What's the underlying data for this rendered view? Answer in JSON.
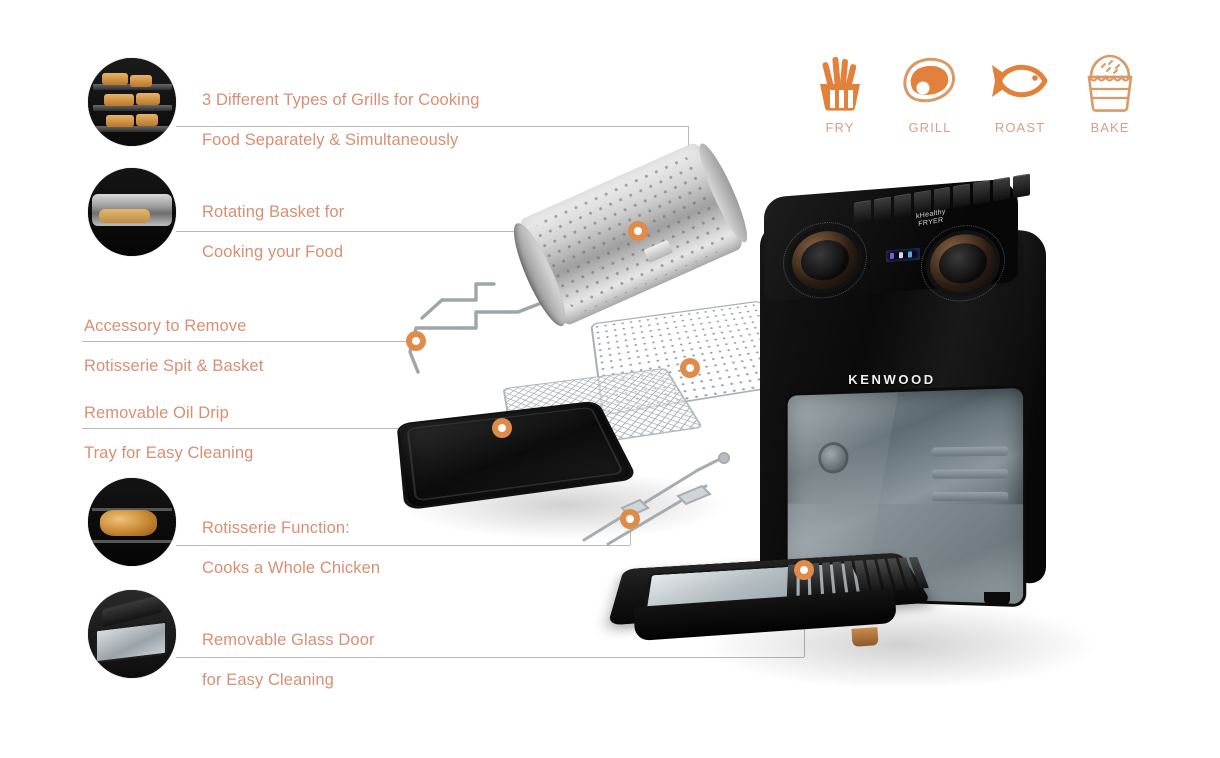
{
  "product": {
    "brand": "KENWOOD",
    "sub_brand_line1": "kHealthy",
    "sub_brand_line2": "FRYER",
    "accent_color": "#e08b4a",
    "text_color": "#d98f73",
    "line_color": "#b9b9b9"
  },
  "modes": [
    {
      "label": "FRY",
      "icon": "fries-icon"
    },
    {
      "label": "GRILL",
      "icon": "steak-icon"
    },
    {
      "label": "ROAST",
      "icon": "fish-icon"
    },
    {
      "label": "BAKE",
      "icon": "cupcake-icon"
    }
  ],
  "callouts": [
    {
      "id": "grills",
      "line1": "3 Different Types of Grills for Cooking",
      "line2": "Food Separately & Simultaneously",
      "thumb": "grill-racks-thumbnail",
      "has_thumb": true
    },
    {
      "id": "rotating-basket",
      "line1": "Rotating Basket for",
      "line2": "Cooking your Food",
      "thumb": "rotating-basket-thumbnail",
      "has_thumb": true
    },
    {
      "id": "accessory",
      "line1": "Accessory to Remove",
      "line2": "Rotisserie Spit & Basket",
      "thumb": "",
      "has_thumb": false
    },
    {
      "id": "oil-drip-tray",
      "line1": "Removable Oil Drip",
      "line2": "Tray for Easy Cleaning",
      "thumb": "",
      "has_thumb": false
    },
    {
      "id": "rotisserie",
      "line1": "Rotisserie Function:",
      "line2": "Cooks a Whole Chicken",
      "thumb": "rotisserie-chicken-thumbnail",
      "has_thumb": true
    },
    {
      "id": "glass-door",
      "line1": "Removable Glass Door",
      "line2": "for Easy Cleaning",
      "thumb": "glass-door-thumbnail",
      "has_thumb": true
    }
  ]
}
